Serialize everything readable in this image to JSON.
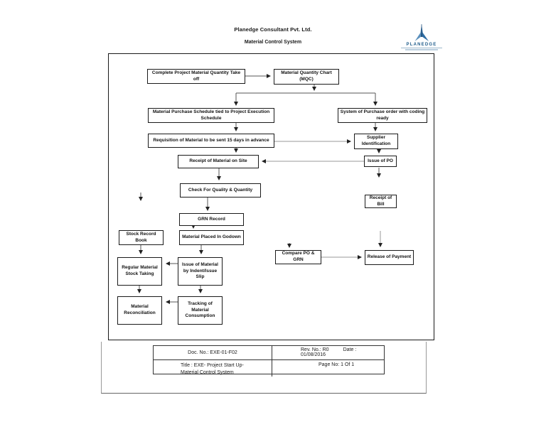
{
  "header": {
    "company": "Planedge Consultant Pvt. Ltd.",
    "document_title": "Material Control System",
    "logo_brand": "PLANEDGE",
    "logo_color": "#1f5c8b"
  },
  "flowchart": {
    "nodes": [
      {
        "id": "complete-takeoff",
        "label": "Complete Project Material Quantity Take off"
      },
      {
        "id": "mqc",
        "label": "Material Quantity Chart (MQC)"
      },
      {
        "id": "purchase-schedule",
        "label": "Material Purchase Schedule tied to Project Execution Schedule"
      },
      {
        "id": "system-po",
        "label": "System of Purchase order with coding ready"
      },
      {
        "id": "requisition",
        "label": "Requisition of Material to be sent 15 days in advance"
      },
      {
        "id": "supplier-id",
        "label": "Supplier Identification"
      },
      {
        "id": "receipt-site",
        "label": "Receipt of Material on Site"
      },
      {
        "id": "issue-po",
        "label": "Issue of PO"
      },
      {
        "id": "check-quality",
        "label": "Check For Quality & Quantity"
      },
      {
        "id": "receipt-bill",
        "label": "Receipt of Bill"
      },
      {
        "id": "grn-record",
        "label": "GRN Record"
      },
      {
        "id": "stock-record",
        "label": "Stock Record Book"
      },
      {
        "id": "godown",
        "label": "Material Placed In Godown"
      },
      {
        "id": "regular-stock",
        "label": "Regular Material Stock Taking"
      },
      {
        "id": "issue-material",
        "label": "Issue of Material by Indent/Issue Slip"
      },
      {
        "id": "compare-po",
        "label": "Compare PO & GRN"
      },
      {
        "id": "release-payment",
        "label": "Release of Payment"
      },
      {
        "id": "reconciliation",
        "label": "Material Reconciliation"
      },
      {
        "id": "tracking",
        "label": "Tracking of Material Consumption"
      }
    ]
  },
  "footer": {
    "doc_no": "Doc. No.: EXE-01-F02",
    "rev_no": "Rev. No.: R0",
    "date_label": "Date :",
    "date_value": "01/08/2016",
    "title_line1": "Title : EXE- Project Start Up-",
    "title_line2": "Material Control System",
    "page_no": "Page No: 1 Of 1"
  }
}
